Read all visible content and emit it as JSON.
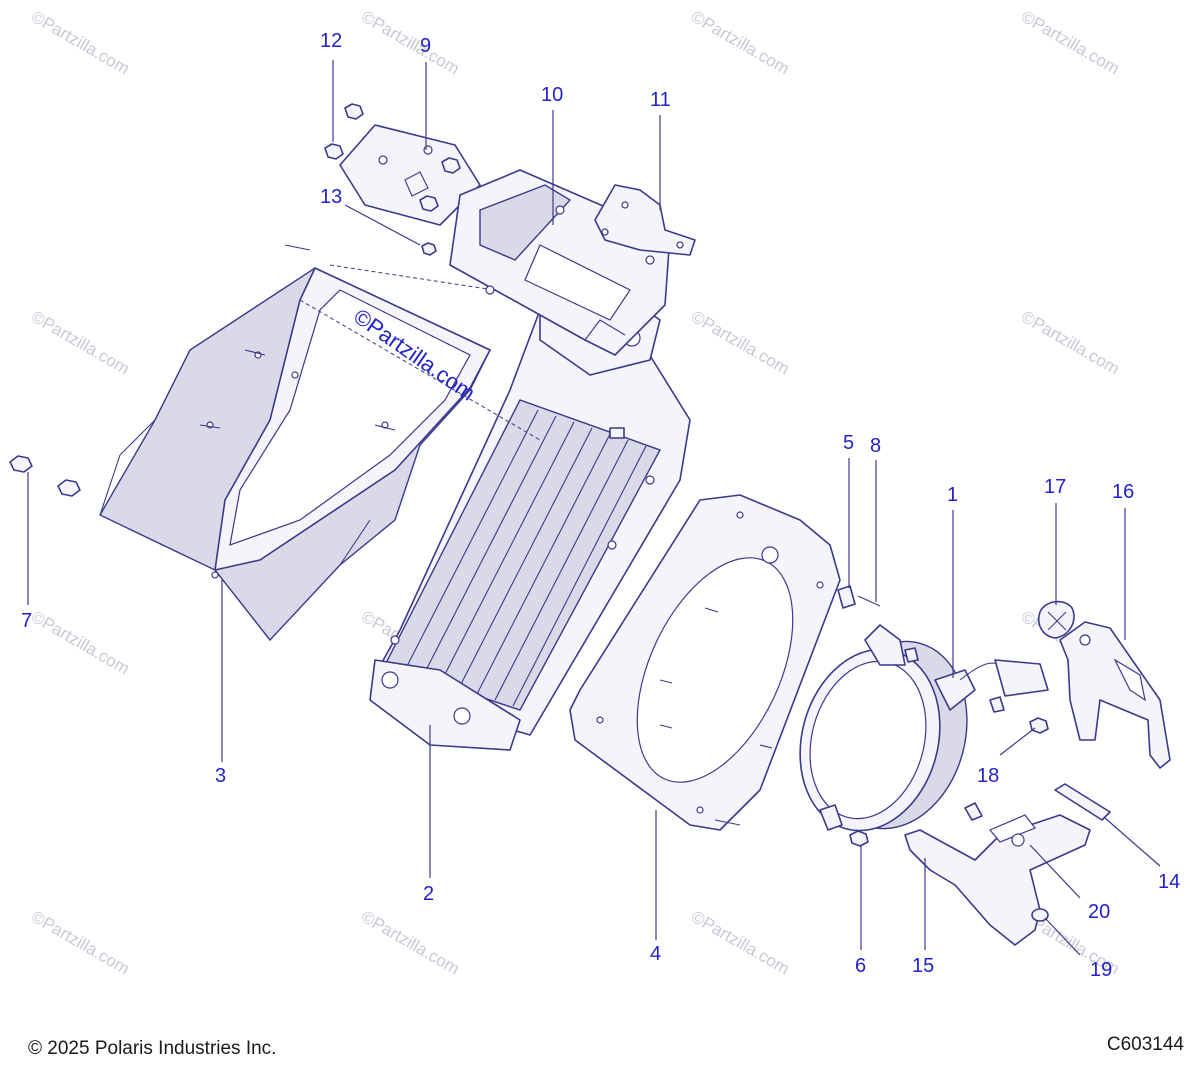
{
  "watermark": {
    "tile_text": "©Partzilla.com",
    "center_text": "©Partzilla.com"
  },
  "callouts": [
    {
      "id": "1",
      "label": "1"
    },
    {
      "id": "2",
      "label": "2"
    },
    {
      "id": "3",
      "label": "3"
    },
    {
      "id": "4",
      "label": "4"
    },
    {
      "id": "5",
      "label": "5"
    },
    {
      "id": "6",
      "label": "6"
    },
    {
      "id": "7",
      "label": "7"
    },
    {
      "id": "8",
      "label": "8"
    },
    {
      "id": "9",
      "label": "9"
    },
    {
      "id": "10",
      "label": "10"
    },
    {
      "id": "11",
      "label": "11"
    },
    {
      "id": "12",
      "label": "12"
    },
    {
      "id": "13",
      "label": "13"
    },
    {
      "id": "14",
      "label": "14"
    },
    {
      "id": "15",
      "label": "15"
    },
    {
      "id": "16",
      "label": "16"
    },
    {
      "id": "17",
      "label": "17"
    },
    {
      "id": "18",
      "label": "18"
    },
    {
      "id": "19",
      "label": "19"
    },
    {
      "id": "20",
      "label": "20"
    }
  ],
  "footer": {
    "copyright": "© 2025 Polaris Industries Inc.",
    "diagram_code": "C603144"
  },
  "colors": {
    "callout": "#2222cc",
    "line": "#3a3a8c",
    "watermark": "#c9c9d6"
  }
}
